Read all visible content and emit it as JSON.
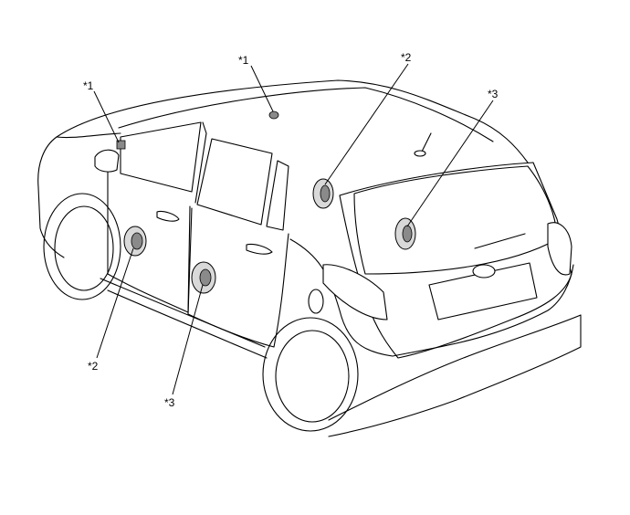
{
  "callouts": {
    "c1_roof": "*1",
    "c1_pillar": "*1",
    "c2_rear": "*2",
    "c2_front_door": "*2",
    "c3_hatch": "*3",
    "c3_rear_door": "*3"
  }
}
